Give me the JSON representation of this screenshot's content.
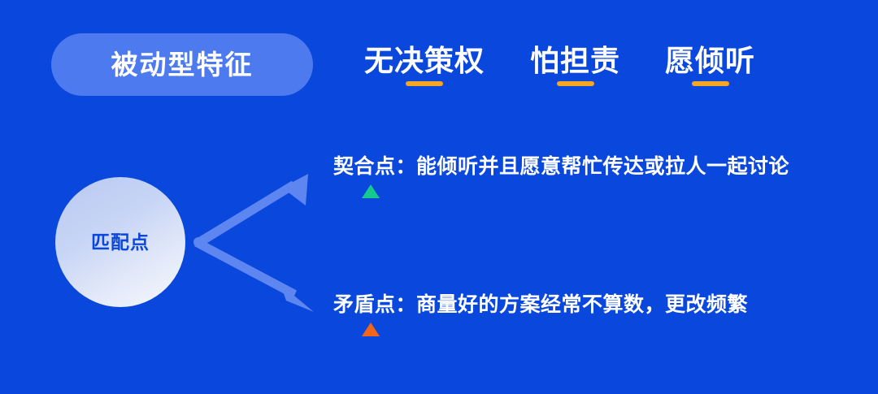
{
  "slide": {
    "background_color": "#0a47dd",
    "title_pill": {
      "label": "被动型特征",
      "fill_color": "#4d7bef",
      "text_color": "#ffffff"
    },
    "tags": [
      {
        "label": "无决策权",
        "underline_color": "#f5a623"
      },
      {
        "label": "怕担责",
        "underline_color": "#f5a623"
      },
      {
        "label": "愿倾听",
        "underline_color": "#f5a623"
      }
    ],
    "match_node": {
      "label": "匹配点",
      "text_color": "#0a47dd"
    },
    "branches": [
      {
        "text": "契合点：能倾听并且愿意帮忙传达或拉人一起讨论",
        "marker": "triangle-up-green",
        "marker_color": "#16c98d"
      },
      {
        "text": "矛盾点：商量好的方案经常不算数，更改频繁",
        "marker": "triangle-up-orange",
        "marker_color": "#f2661a"
      }
    ],
    "arrow_color": "#5e86f0"
  }
}
